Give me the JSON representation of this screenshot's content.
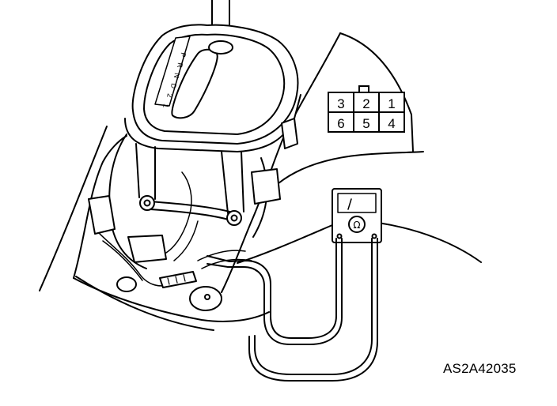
{
  "figure": {
    "code": "AS2A42035"
  },
  "connector": {
    "pins_top": [
      "3",
      "2",
      "1"
    ],
    "pins_bottom": [
      "6",
      "5",
      "4"
    ]
  },
  "shift_gate": {
    "letters": [
      "P",
      "R",
      "N",
      "D",
      "2",
      "1"
    ]
  },
  "meter": {
    "mode": "ohmmeter",
    "symbol": "Ω"
  },
  "colors": {
    "ink": "#000000",
    "background": "#ffffff"
  }
}
